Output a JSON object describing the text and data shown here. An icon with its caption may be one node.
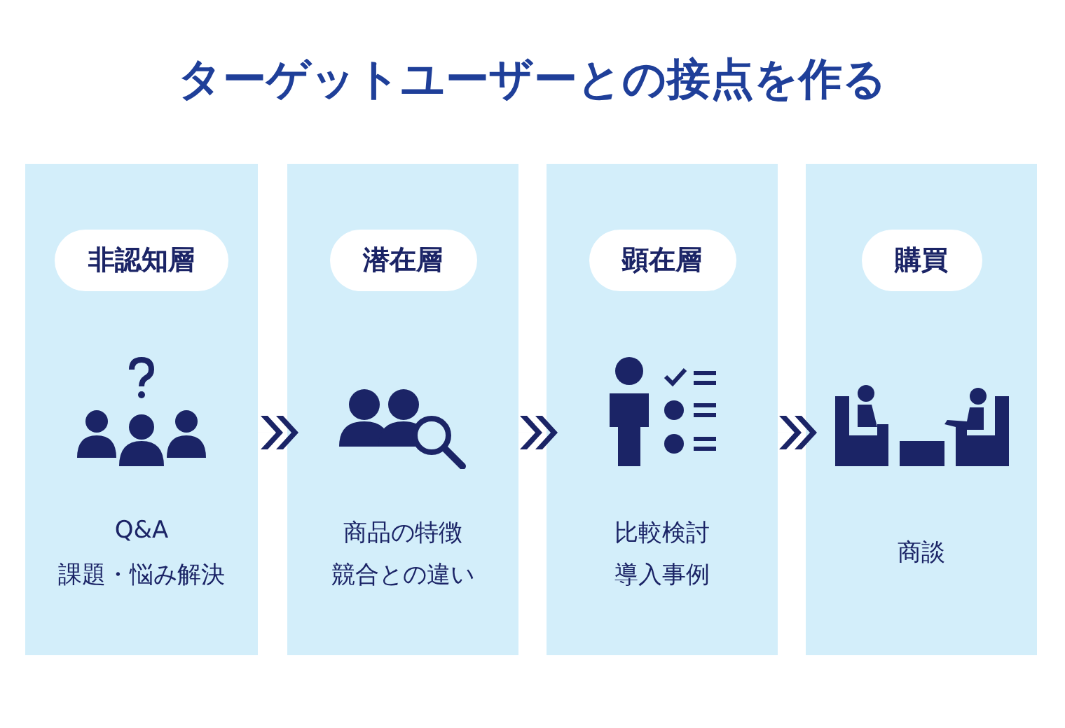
{
  "diagram": {
    "title": "ターゲットユーザーとの接点を作る",
    "nodes": [
      {
        "text": [
          "非認知層",
          "Q&A",
          "課題・悩み解決"
        ]
      },
      {
        "text": [
          "潜在層",
          "商品の特徴",
          "競合との違い"
        ]
      },
      {
        "text": [
          "顕在層",
          "比較検討",
          "導入事例"
        ]
      },
      {
        "text": [
          "購買",
          "商談"
        ]
      }
    ],
    "edges": [
      {
        "from": 0,
        "to": 1,
        "arrow": "to"
      },
      {
        "from": 1,
        "to": 2,
        "arrow": "to"
      },
      {
        "from": 2,
        "to": 3,
        "arrow": "to"
      }
    ]
  }
}
